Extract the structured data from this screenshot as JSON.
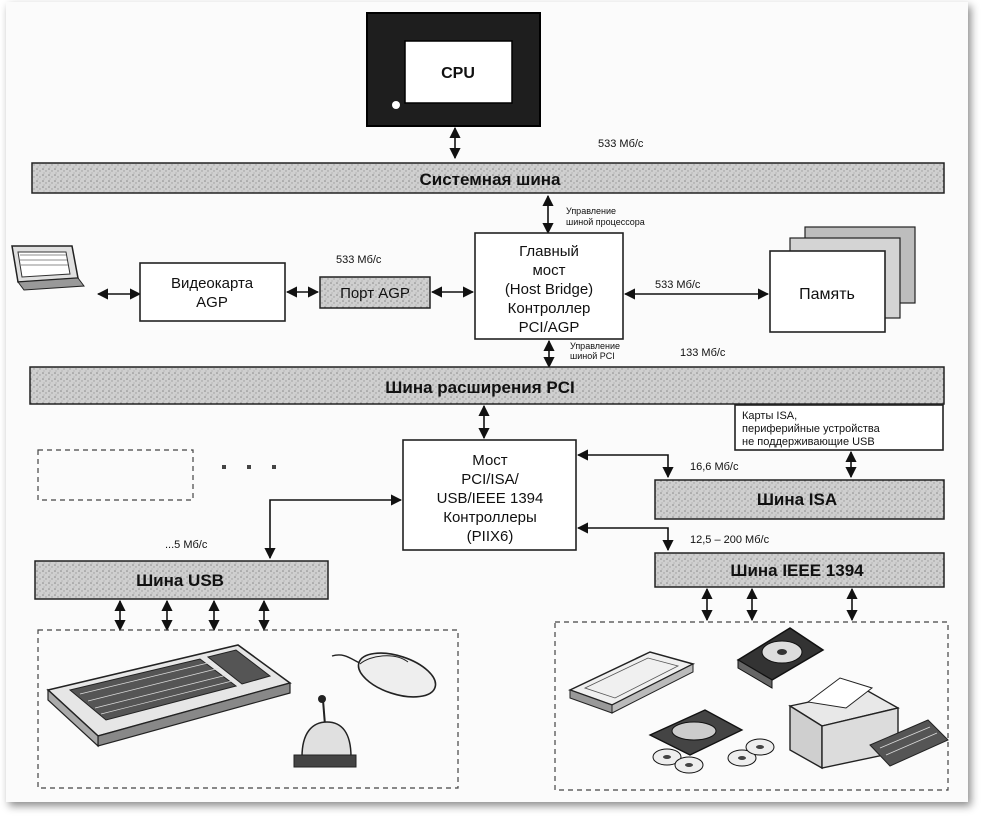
{
  "cpu": {
    "label": "CPU"
  },
  "system_bus": {
    "label": "Системная шина",
    "rate": "533 Мб/с"
  },
  "bus_control_cpu": {
    "line1": "Управление",
    "line2": "шиной процессора"
  },
  "host_bridge": {
    "lines": [
      "Главный",
      "мост",
      "(Host Bridge)",
      "Контроллер",
      "PCI/AGP"
    ]
  },
  "videocard": {
    "lines": [
      "Видеокарта",
      "AGP"
    ]
  },
  "agp_port": {
    "label": "Порт AGP",
    "rate": "533 Мб/с"
  },
  "memory": {
    "label": "Память",
    "rate": "533 Мб/с"
  },
  "bus_control_pci": {
    "line1": "Управление",
    "line2": "шиной PCI"
  },
  "pci_bus": {
    "label": "Шина расширения PCI",
    "rate": "133 Мб/с"
  },
  "south_bridge": {
    "lines": [
      "Мост",
      "PCI/ISA/",
      "USB/IEEE 1394",
      "Контроллеры",
      "(PIIX6)"
    ]
  },
  "isa_cards": {
    "lines": [
      "Карты ISA,",
      "периферийные устройства",
      "не поддерживающие USB"
    ]
  },
  "isa_bus": {
    "label": "Шина ISA",
    "rate": "16,6 Мб/с"
  },
  "ieee_bus": {
    "label": "Шина IEEE 1394",
    "rate": "12,5 – 200 Мб/с"
  },
  "usb_bus": {
    "label": "Шина USB",
    "rate": "...5 Мб/с"
  },
  "icons": [
    "monitor-icon",
    "keyboard-icon",
    "mouse-icon",
    "joystick-icon",
    "scanner-icon",
    "hard-drive-icon",
    "optical-disc-icon",
    "printer-icon"
  ]
}
